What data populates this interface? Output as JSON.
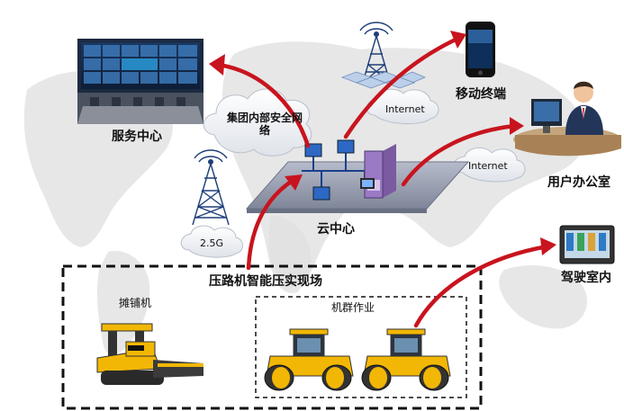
{
  "labels": {
    "service_center": "服务中心",
    "mobile_terminal": "移动终端",
    "user_office": "用户办公室",
    "cloud_center": "云中心",
    "cab": "驾驶室内",
    "site": "压路机智能压实现场",
    "paver": "摊铺机",
    "fleet": "机群作业",
    "internal_net": "集团内部安全网络",
    "internet_top": "Internet",
    "internet_right": "Internet",
    "net_25g": "2.5G"
  },
  "colors": {
    "arrow": "#c8141e",
    "map": "#e6e6e6",
    "platform": "#9ea5b8",
    "machine_yellow": "#f2b705"
  }
}
